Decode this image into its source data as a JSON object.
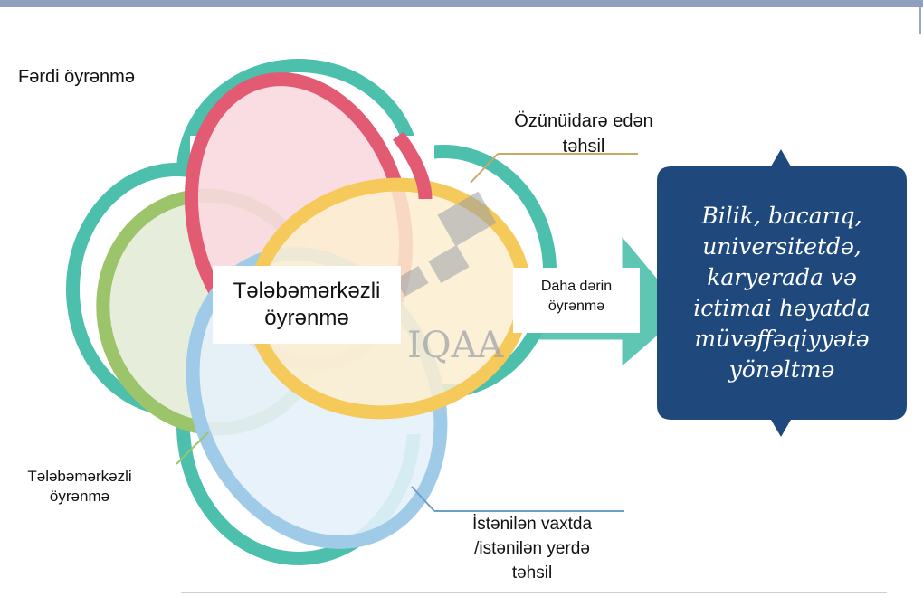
{
  "diagram": {
    "center_label": "Tələbəmərkəzli\nöyrənmə",
    "top_left_label": "Fərdi öyrənmə",
    "top_right_label": "Özünüidarə edən\ntəhsil",
    "arrow_label": "Daha dərin\nöyrənmə",
    "bottom_left_label": "Tələbəmərkəzli\nöyrənmə",
    "bottom_label": "İstənilən vaxtda\n/istənilən yerdə\ntəhsil",
    "watermark": "IQAA",
    "callout_text": "Bilik, bacarıq,\nuniversitetdə,\nkaryerada və\nictimai həyatda\nmüvəffəqiyyətə\nyönəltmə",
    "colors": {
      "outer_ring": "#4cbfad",
      "red_ring": "#e25b73",
      "red_fill": "#f9d9df",
      "yellow_ring": "#f5c95a",
      "yellow_fill": "#fcefd0",
      "green_ring": "#9cc46a",
      "green_fill": "#e6eedb",
      "blue_ring": "#9fcbe8",
      "blue_fill": "#e4f1f9",
      "arrow": "#5fc6b4",
      "callout_bg": "#1f497d"
    }
  }
}
